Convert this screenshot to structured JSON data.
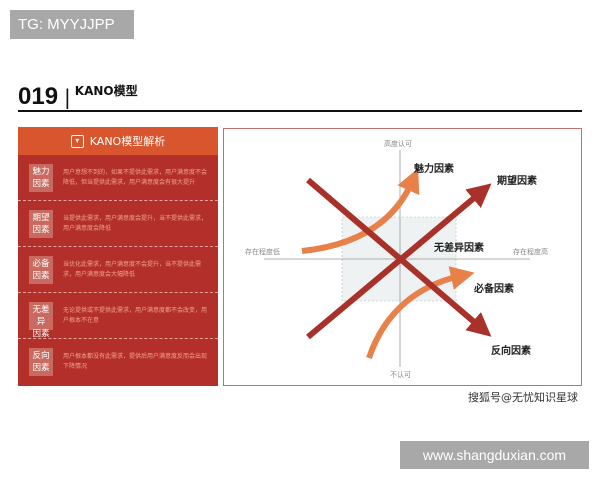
{
  "badge": "TG: MYYJJPP",
  "header": {
    "number": "019",
    "separator": "|",
    "title": "KANO模型"
  },
  "panel": {
    "title": "KANO模型解析",
    "icon": "document-icon",
    "rows": [
      {
        "tag": "魅力因素",
        "desc": "用户意想不到的，如果不提供此需求，用户满意度不会降低，但当提供此需求，用户满意度会有很大提升"
      },
      {
        "tag": "期望因素",
        "desc": "当提供此需求，用户满意度会提升，当不提供此需求，用户满意度会降低"
      },
      {
        "tag": "必备因素",
        "desc": "当优化此需求，用户满意度不会提升，当不提供此需求，用户满意度会大幅降低"
      },
      {
        "tag": "无差异因素",
        "desc": "无论提供或不提供此需求，用户满意度都不会改变，用户根本不在意"
      },
      {
        "tag": "反向因素",
        "desc": "用户根本都没有此需求，提供后用户满意度反而会出现下降情况"
      }
    ]
  },
  "diagram": {
    "axes": {
      "top": "高度认可",
      "bottom": "不认可",
      "left": "存在程度低",
      "right": "存在程度高"
    },
    "labels": {
      "attractive": "魅力因素",
      "performance": "期望因素",
      "indifferent": "无差异因素",
      "must_be": "必备因素",
      "reverse": "反向因素"
    },
    "colors": {
      "dark": "#a8322a",
      "light": "#e8804a",
      "zone": "#eef2f2"
    }
  },
  "watermark": "搜狐号@无忧知识星球",
  "site": "www.shangduxian.com"
}
